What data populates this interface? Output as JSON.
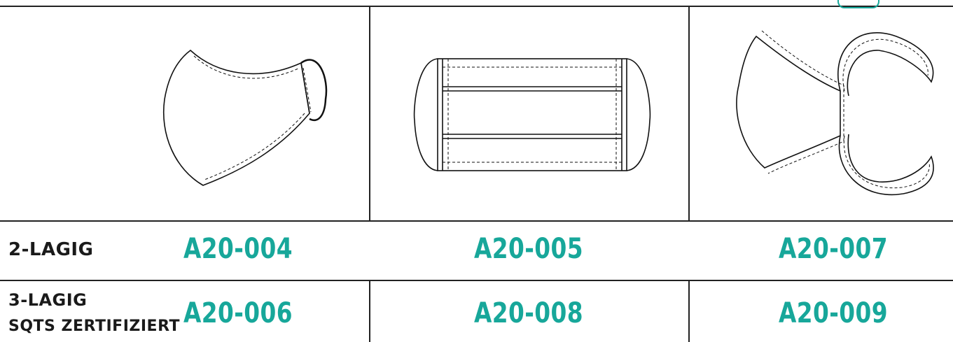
{
  "rows": [
    {
      "label_lines": [
        "2-LAGIG"
      ],
      "codes": [
        "A20-004",
        "A20-005",
        "A20-007"
      ]
    },
    {
      "label_lines": [
        "3-LAGIG",
        "SQTS ZERTIFIZIERT"
      ],
      "codes": [
        "A20-006",
        "A20-008",
        "A20-009"
      ]
    }
  ],
  "colors": {
    "accent": "#17a79a",
    "text": "#1a1a1a",
    "lines": "#222222"
  },
  "illustrations": [
    "mask-side-view-icon",
    "mask-front-pleated-icon",
    "mask-side-tie-icon"
  ]
}
